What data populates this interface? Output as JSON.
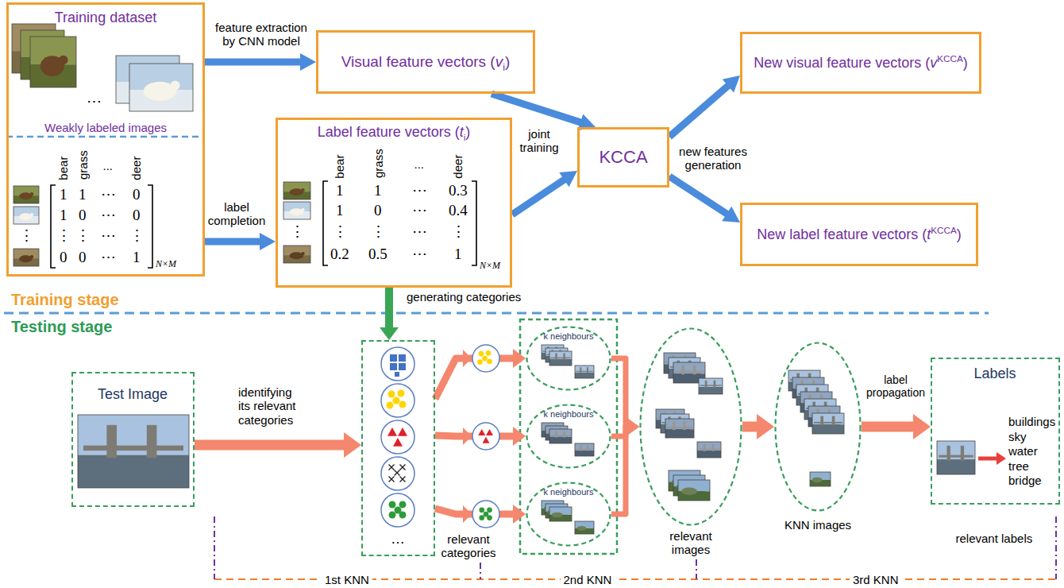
{
  "diagram": {
    "nodes": [
      {
        "text": [
          "Training dataset",
          "Weakly labeled images"
        ]
      },
      {
        "text": [
          "Visual feature vectors (vi)"
        ]
      },
      {
        "text": [
          "Label feature vectors (ti)"
        ]
      },
      {
        "text": [
          "KCCA"
        ]
      },
      {
        "text": [
          "New visual feature vectors (vKCCA)"
        ]
      },
      {
        "text": [
          "New label feature vectors (tKCCA)"
        ]
      },
      {
        "text": [
          "Test Image"
        ]
      },
      {
        "text": [
          "…"
        ]
      },
      {
        "text": [
          "k neighbours"
        ]
      },
      {
        "text": [
          "k neighbours"
        ]
      },
      {
        "text": [
          "k neighbours"
        ]
      },
      {
        "text": [
          "relevant images"
        ]
      },
      {
        "text": [
          "KNN images"
        ]
      },
      {
        "text": [
          "Labels",
          "buildings sky water tree bridge"
        ]
      }
    ],
    "edges": [
      {
        "from": 0,
        "to": 1,
        "arrow": "to",
        "label": "feature extraction by CNN model"
      },
      {
        "from": 0,
        "to": 2,
        "arrow": "to",
        "label": "label completion"
      },
      {
        "from": 1,
        "to": 3,
        "arrow": "to"
      },
      {
        "from": 2,
        "to": 3,
        "arrow": "to",
        "label": "joint training"
      },
      {
        "from": 3,
        "to": 4,
        "arrow": "to",
        "label": "new features generation"
      },
      {
        "from": 3,
        "to": 5,
        "arrow": "to"
      },
      {
        "from": 2,
        "to": 7,
        "arrow": "to",
        "label": "generating categories"
      },
      {
        "from": 6,
        "to": 7,
        "arrow": "to",
        "label": "identifying its relevant categories"
      },
      {
        "from": 7,
        "to": 8,
        "arrow": "to"
      },
      {
        "from": 7,
        "to": 9,
        "arrow": "to"
      },
      {
        "from": 7,
        "to": 10,
        "arrow": "to"
      },
      {
        "from": 8,
        "to": 11,
        "arrow": "to"
      },
      {
        "from": 9,
        "to": 11,
        "arrow": "to"
      },
      {
        "from": 10,
        "to": 11,
        "arrow": "to"
      },
      {
        "from": 11,
        "to": 12,
        "arrow": "to"
      },
      {
        "from": 12,
        "to": 13,
        "arrow": "to",
        "label": "label propagation"
      }
    ],
    "labels": [
      "Training stage",
      "Testing stage",
      "⋯",
      "bear",
      "grass",
      "...",
      "deer",
      "1",
      "1",
      "⋯",
      "0",
      "1",
      "0",
      "⋯",
      "0",
      "⋮",
      "⋮",
      "⋯",
      "⋮",
      "0",
      "0",
      "⋯",
      "1",
      "N×M",
      "⋮",
      "bear",
      "grass",
      "...",
      "deer",
      "1",
      "1",
      "⋯",
      "0.3",
      "1",
      "0",
      "⋯",
      "0.4",
      "⋮",
      "⋮",
      "⋯",
      "⋮",
      "0.2",
      "0.5",
      "⋯",
      "1",
      "N×M",
      "⋮",
      "relevant categories",
      "relevant labels",
      "1st KNN",
      "2nd KNN",
      "3rd KNN"
    ]
  }
}
